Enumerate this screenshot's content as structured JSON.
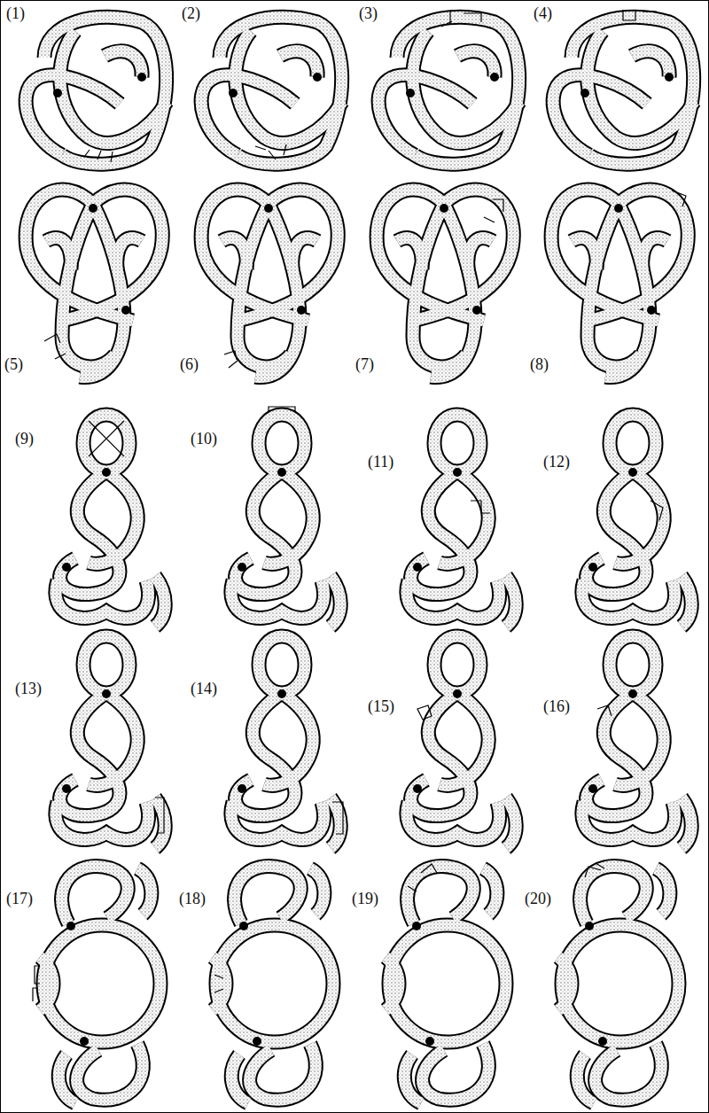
{
  "diagram": {
    "labels": [
      "(1)",
      "(2)",
      "(3)",
      "(4)",
      "(5)",
      "(6)",
      "(7)",
      "(8)",
      "(9)",
      "(10)",
      "(11)",
      "(12)",
      "(13)",
      "(14)",
      "(15)",
      "(16)",
      "(17)",
      "(18)",
      "(19)",
      "(20)"
    ]
  }
}
